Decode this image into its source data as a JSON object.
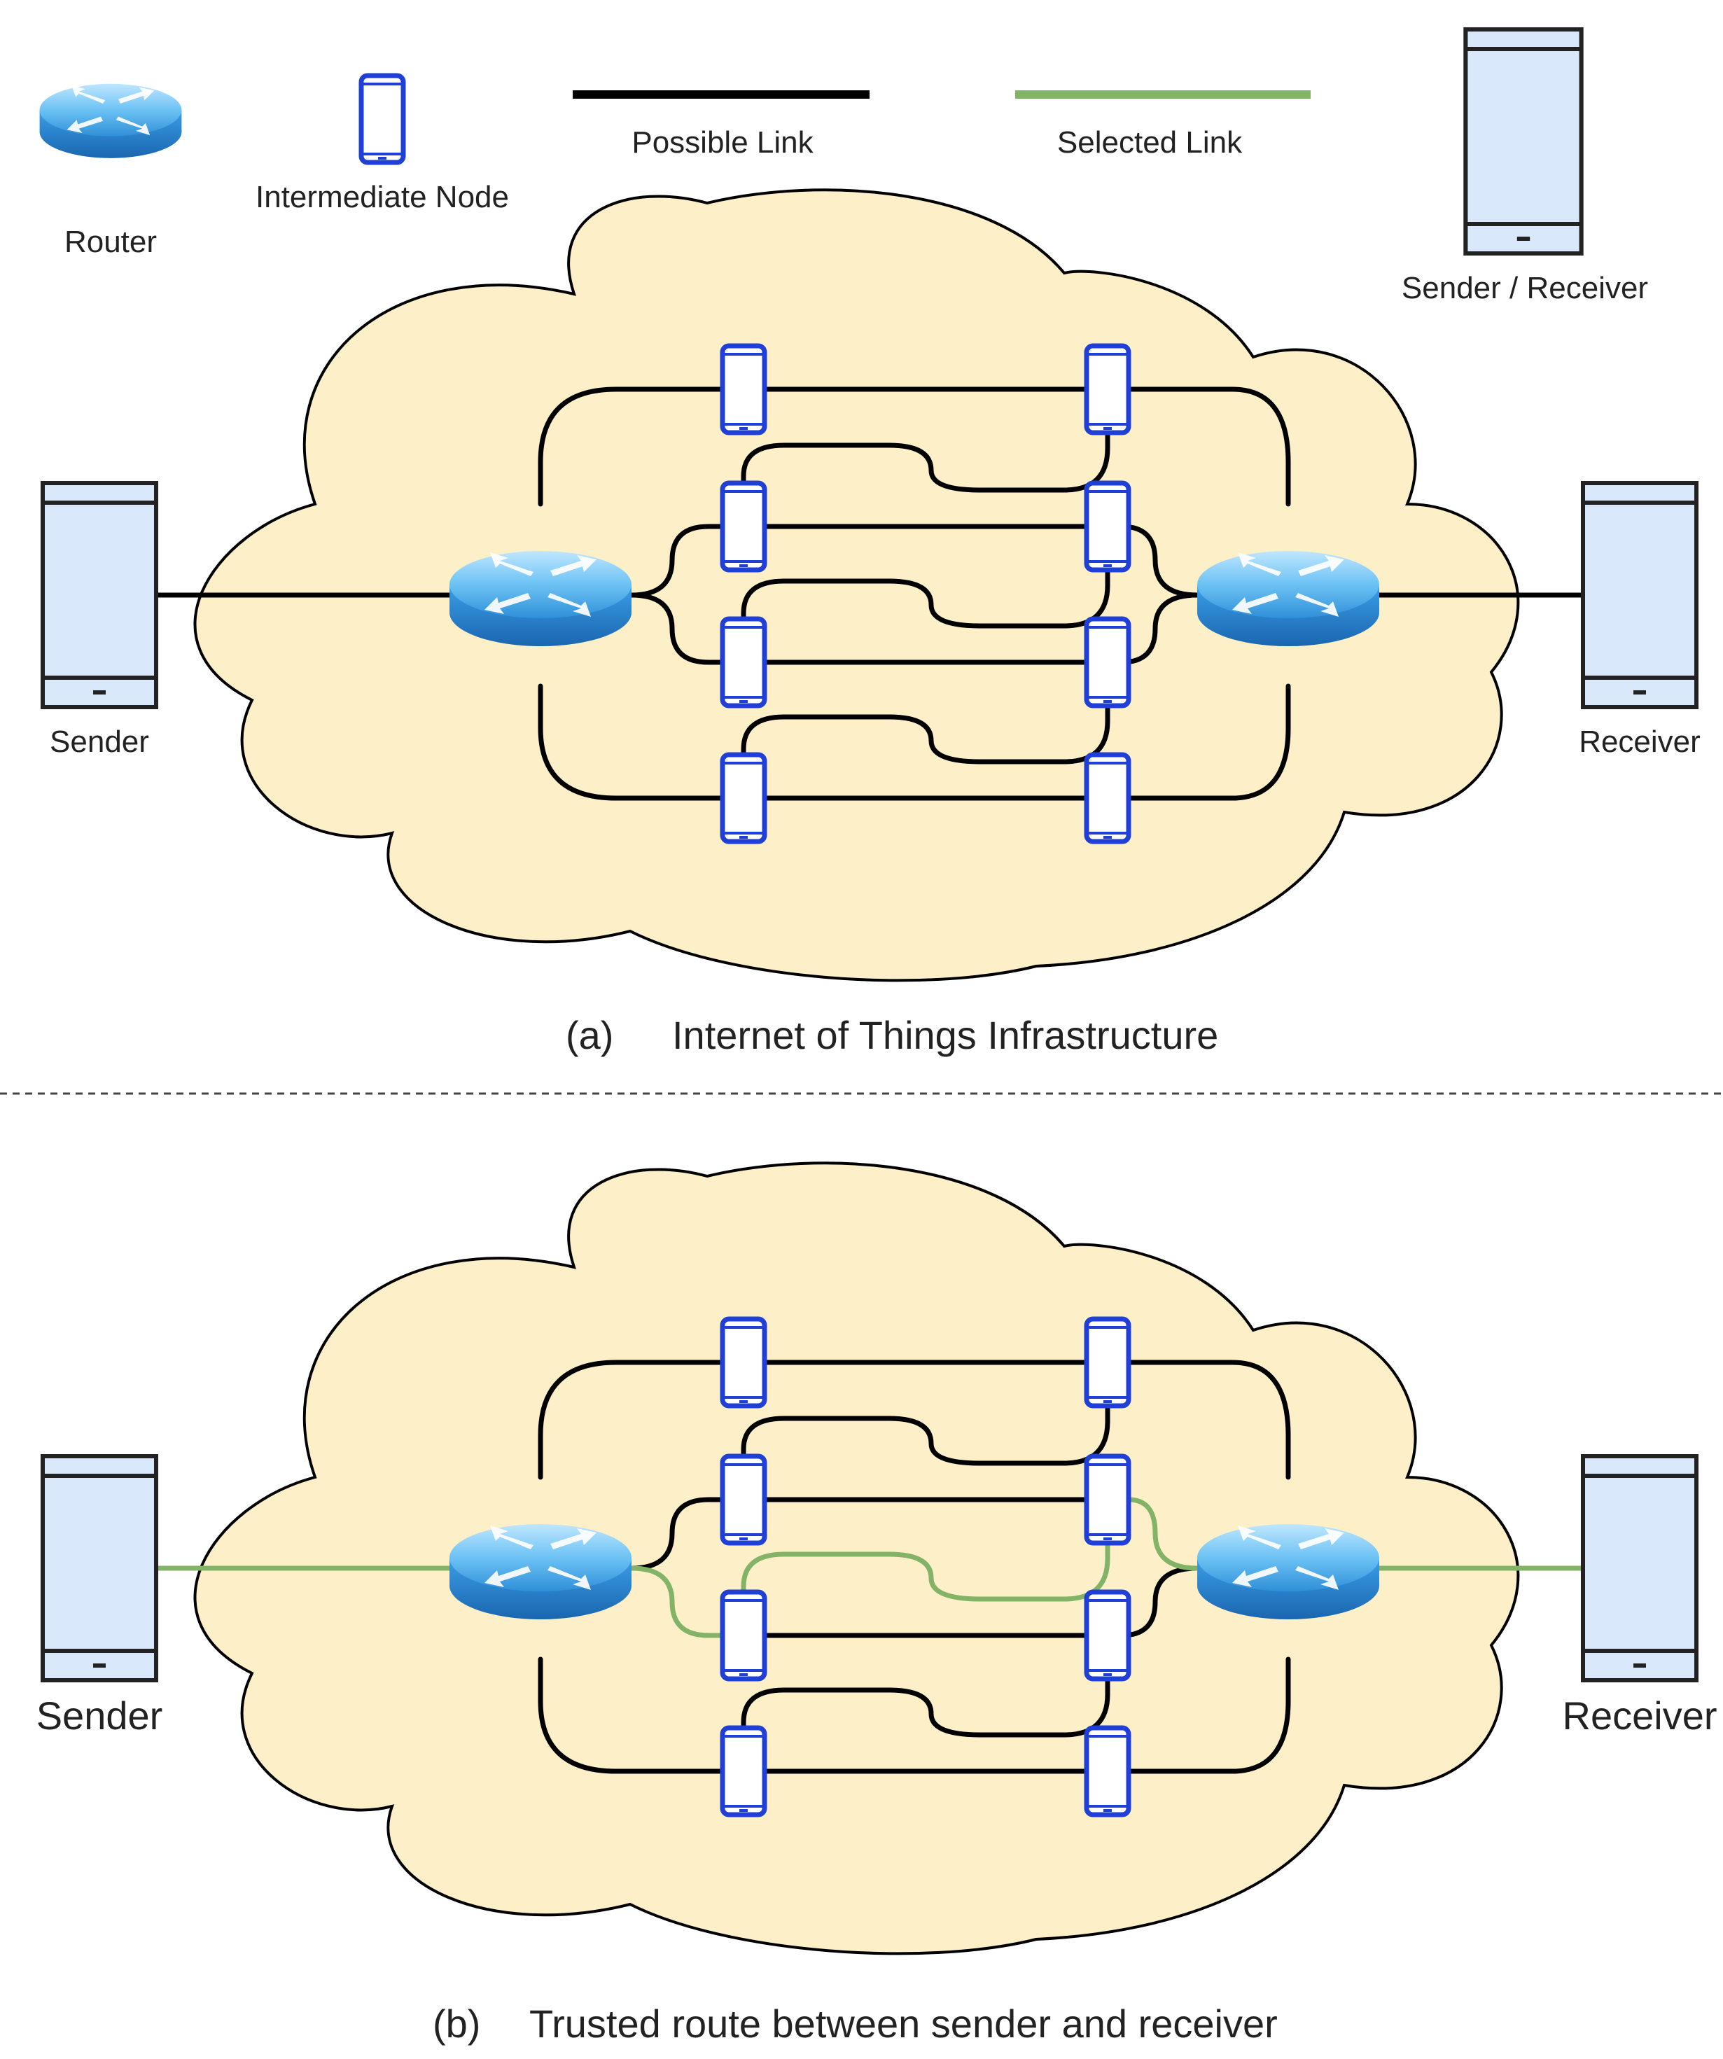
{
  "legend": {
    "router": "Router",
    "intermediate_node": "Intermediate Node",
    "possible_link": "Possible Link",
    "selected_link": "Selected Link",
    "sender_receiver": "Sender / Receiver"
  },
  "panel_a": {
    "sender": "Sender",
    "receiver": "Receiver",
    "caption_label": "(a)",
    "caption_text": "Internet of Things Infrastructure"
  },
  "panel_b": {
    "sender": "Sender",
    "receiver": "Receiver",
    "caption_label": "(b)",
    "caption_text": "Trusted route between sender and receiver"
  },
  "colors": {
    "cloud_fill": "#fdf0c8",
    "possible_link": "#000000",
    "selected_link": "#82b366",
    "node_outline": "#1f3fd6",
    "device_fill": "#dae8fc",
    "router_blue": "#3a9ee6"
  },
  "icons": {
    "router": "router-icon",
    "intermediate_node": "phone-icon",
    "sender_receiver": "device-icon"
  }
}
